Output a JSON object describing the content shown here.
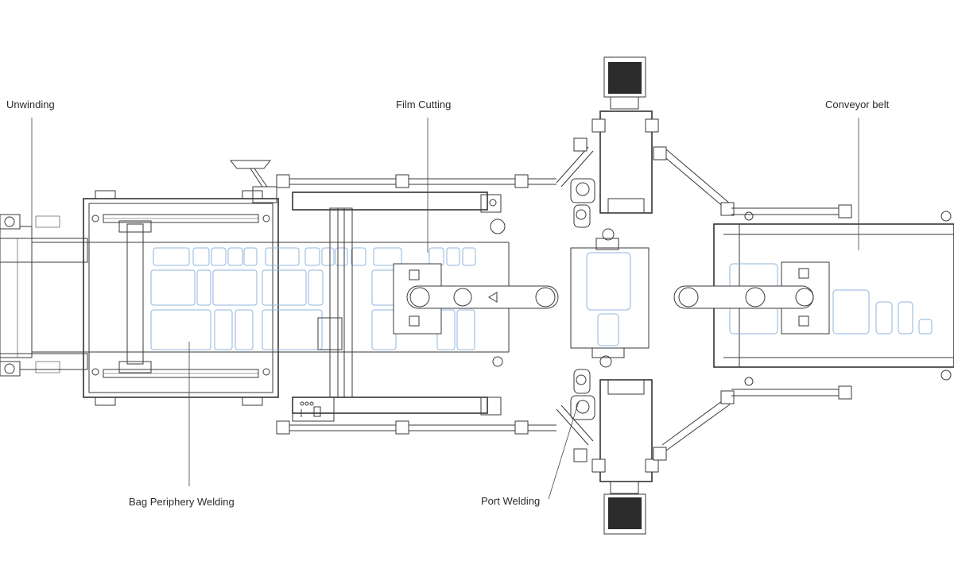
{
  "labels": {
    "unwinding": "Unwinding",
    "film_cutting": "Film Cutting",
    "conveyor_belt": "Conveyor belt",
    "bag_periphery_welding": "Bag Periphery Welding",
    "port_welding": "Port Welding"
  },
  "colors": {
    "line": "#3a3a3a",
    "bag_outline": "#8fb6dc",
    "background": "#ffffff"
  }
}
